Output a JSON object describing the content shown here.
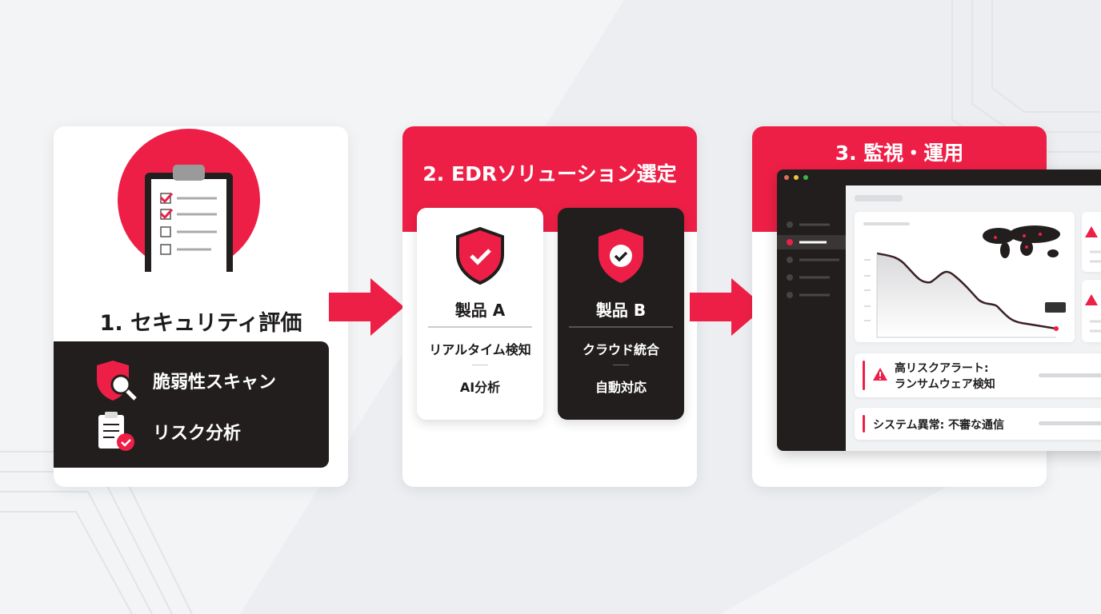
{
  "colors": {
    "accent": "#ee1f46",
    "dark": "#221e1e"
  },
  "step1": {
    "title": "1. セキュリティ評価",
    "items": [
      {
        "icon": "shield-search-icon",
        "label": "脆弱性スキャン"
      },
      {
        "icon": "clipboard-check-icon",
        "label": "リスク分析"
      }
    ]
  },
  "step2": {
    "title": "2. EDRソリューション選定",
    "products": [
      {
        "name": "製品 A",
        "features": [
          "リアルタイム検知",
          "AI分析"
        ]
      },
      {
        "name": "製品 B",
        "features": [
          "クラウド統合",
          "自動対応"
        ]
      }
    ]
  },
  "step3": {
    "title": "3. 監視・運用",
    "alerts": [
      {
        "line1": "高リスクアラート:",
        "line2": "ランサムウェア検知"
      },
      {
        "line1": "システム異常: 不審な通信"
      }
    ]
  }
}
